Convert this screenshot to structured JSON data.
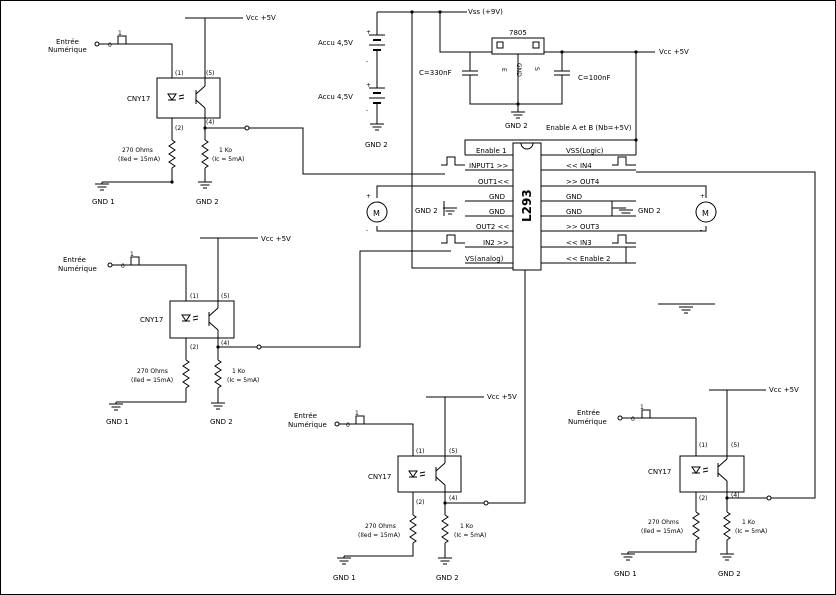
{
  "labels": {
    "vcc5": "Vcc +5V",
    "vss9": "Vss (+9V)",
    "gnd1": "GND 1",
    "gnd2": "GND 2",
    "entree": "Entrée",
    "numerique": "Numérique",
    "cny17": "CNY17",
    "r_led": "270 Ohms",
    "i_led": "(Iled = 15mA)",
    "r_ko": "1  Ko",
    "i_c": "(Ic = 5mA)",
    "pin1": "(1)",
    "pin2": "(2)",
    "pin4": "(4)",
    "pin5": "(5)",
    "pulse_hi": "1",
    "pulse_lo": "0",
    "accu": "Accu 4,5V",
    "reg": "7805",
    "cap330": "C=330nF",
    "cap100": "C=100nF",
    "reg_e": "E",
    "reg_gnd": "GND",
    "reg_s": "S",
    "enable_note": "Enable A et B (Nb=+5V)",
    "chip": "L293",
    "plus": "+",
    "minus": "-"
  },
  "l293": {
    "left": [
      "Enable 1",
      "INPUT1 >>",
      "OUT1<<",
      "GND",
      "GND",
      "OUT2 <<",
      "IN2 >>",
      "VS(analog)"
    ],
    "right": [
      "VSS(Logic)",
      "<< IN4",
      ">> OUT4",
      "GND",
      "GND",
      ">> OUT3",
      "<< IN3",
      "<< Enable 2"
    ]
  }
}
